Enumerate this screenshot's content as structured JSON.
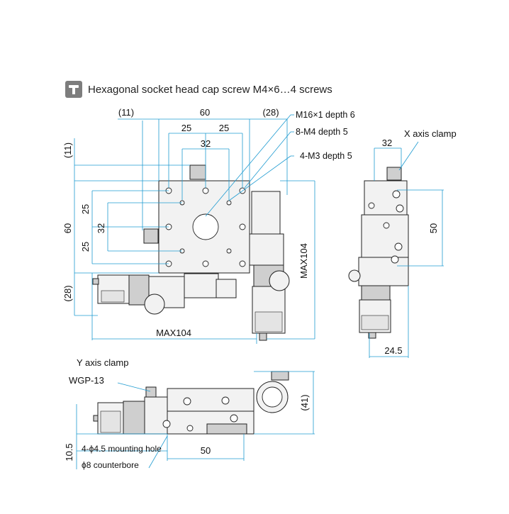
{
  "legend": {
    "icon": "cap-screw-icon",
    "text": "Hexagonal socket head cap screw M4×6…4 screws"
  },
  "top_view": {
    "dims": {
      "d11_top": "(11)",
      "d60_top": "60",
      "d28_top": "(28)",
      "d25_left": "25",
      "d25_right": "25",
      "d32_top": "32",
      "d11_left": "(11)",
      "d25_v_upper": "25",
      "d60_left": "60",
      "d32_left": "32",
      "d25_v_lower": "25",
      "d28_left": "(28)",
      "max104_bottom": "MAX104",
      "max104_right": "MAX104"
    },
    "callouts": {
      "m16": "M16×1 depth 6",
      "m4": "8-M4 depth 5",
      "m3": "4-M3 depth 5"
    }
  },
  "side_view": {
    "x_clamp": "X axis clamp",
    "d32": "32",
    "d50": "50",
    "d24_5": "24.5"
  },
  "front_view": {
    "y_clamp": "Y axis clamp",
    "wgp": "WGP-13",
    "d41": "(41)",
    "d50": "50",
    "d10_5": "10.5",
    "hole_note_1": "4-ϕ4.5 mounting hole",
    "hole_note_2": "ϕ8 counterbore"
  },
  "colors": {
    "dimension_line": "#1f9bd1",
    "part_outline": "#222222",
    "part_fill": "#f2f2f2"
  }
}
